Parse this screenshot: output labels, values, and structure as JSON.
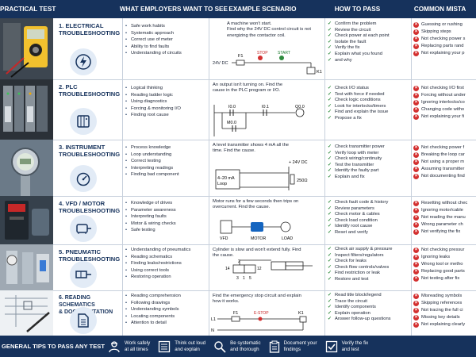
{
  "header": {
    "col1": "PRACTICAL TEST",
    "col2": "WHAT EMPLOYERS WANT TO SEE",
    "col3": "EXAMPLE SCENARIO",
    "col4": "HOW TO PASS",
    "col5": "COMMON MISTA"
  },
  "rows": [
    {
      "title": "1. ELECTRICAL\nTROUBLESHOOTING",
      "icon": "lightning-icon",
      "wants": [
        "Safe work habits",
        "Systematic approach",
        "Correct use of meter",
        "Ability to find faults",
        "Understanding of circuits"
      ],
      "scenario": "A machine won't start.\nFind why the 24V DC control circuit is not energizing the contactor coil.",
      "diagram": {
        "supply": "24V DC",
        "fuse": "F1",
        "stop": "STOP",
        "start": "START",
        "coil": "K1"
      },
      "pass": [
        "Confirm the problem",
        "Review the circuit",
        "Check power at each point",
        "Isolate the fault",
        "Verify the fix",
        "Explain what you found",
        "and why"
      ],
      "mistakes": [
        "Guessing or rushing",
        "Skipping steps",
        "Not checking power s",
        "Replacing parts rand",
        "Not explaining your p"
      ]
    },
    {
      "title": "2. PLC\nTROUBLESHOOTING",
      "icon": "plc-icon",
      "wants": [
        "Logical thinking",
        "Reading ladder logic",
        "Using diagnostics",
        "Forcing & monitoring I/O",
        "Finding root cause"
      ],
      "scenario": "An output isn't turning on. Find the cause in the PLC program or I/O.",
      "diagram": {
        "in1": "I0.0",
        "in2": "I0.1",
        "out": "Q0.0",
        "mem": "M0.0"
      },
      "pass": [
        "Check I/O status",
        "Test with force if needed",
        "Check logic conditions",
        "Look for interlocks/timers",
        "Find and explain the issue",
        "Propose a fix"
      ],
      "mistakes": [
        "Not checking I/O first",
        "Forcing without under",
        "Ignoring interlocks/co",
        "Changing code witho",
        "Not explaining your fi"
      ]
    },
    {
      "title": "3. INSTRUMENT\nTROUBLESHOOTING",
      "icon": "gauge-icon",
      "wants": [
        "Process knowledge",
        "Loop understanding",
        "Correct testing",
        "Interpreting readings",
        "Finding bad component"
      ],
      "scenario": "A level transmitter shows 4 mA all the time. Find the cause.",
      "diagram": {
        "supply": "+ 24V DC",
        "loop": "4–20 mA\nLoop",
        "resistor": "250Ω"
      },
      "pass": [
        "Check transmitter power",
        "Verify loop with meter",
        "Check wiring/continuity",
        "Test the transmitter",
        "Identify the faulty part",
        "Explain and fix"
      ],
      "mistakes": [
        "Not checking power f",
        "Breaking the loop car",
        "Not using a proper m",
        "Assuming transmitter",
        "Not documenting find"
      ]
    },
    {
      "title": "4. VFD / MOTOR\nTROUBLESHOOTING",
      "icon": "motor-icon",
      "wants": [
        "Knowledge of drives",
        "Parameter awareness",
        "Interpreting faults",
        "Motor & wiring checks",
        "Safe testing"
      ],
      "scenario": "Motor runs for a few seconds then trips on overcurrent. Find the cause.",
      "diagram": {
        "vfd": "VFD",
        "motor": "MOTOR",
        "load": "LOAD"
      },
      "pass": [
        "Check fault code & history",
        "Review parameters",
        "Check motor & cables",
        "Check load condition",
        "Identify root cause",
        "Reset and verify"
      ],
      "mistakes": [
        "Resetting without chec",
        "Ignoring motor/cable",
        "Not reading the manu",
        "Wrong parameter ch",
        "Not verifying the fix"
      ]
    },
    {
      "title": "5. PNEUMATIC\nTROUBLESHOOTING",
      "icon": "cylinder-icon",
      "wants": [
        "Understanding of pneumatics",
        "Reading schematics",
        "Finding leaks/restrictions",
        "Using correct tools",
        "Restoring operation"
      ],
      "scenario": "Cylinder is slow and won't extend fully. Find the cause.",
      "diagram": {
        "p1": "14",
        "p2": "12",
        "p3": "2",
        "p4": "3",
        "p5": "1",
        "p6": "5"
      },
      "pass": [
        "Check air supply & pressure",
        "Inspect filters/regulators",
        "Check for leaks",
        "Check flow controls/valves",
        "Find restriction or leak",
        "Restore and test"
      ],
      "mistakes": [
        "Not checking pressur",
        "Ignoring leaks",
        "Wrong tool or metho",
        "Replacing good parts",
        "Not testing after fix"
      ]
    },
    {
      "title": "6. READING SCHEMATICS\n& DOCUMENTATION",
      "icon": "document-icon",
      "wants": [
        "Reading comprehension",
        "Following drawings",
        "Understanding symbols",
        "Locating components",
        "Attention to detail"
      ],
      "scenario": "Find the emergency stop circuit and explain how it works.",
      "diagram": {
        "l1": "L1",
        "fuse": "F1",
        "estop": "E-STOP",
        "coil": "K1",
        "n": "N"
      },
      "pass": [
        "Read title block/legend",
        "Trace the circuit",
        "Identify components",
        "Explain operation",
        "Answer follow-up questions"
      ],
      "mistakes": [
        "Misreading symbols",
        "Skipping references",
        "Not tracing the full ci",
        "Missing key details",
        "Not explaining clearly"
      ]
    }
  ],
  "footer": {
    "title": "GENERAL TIPS TO PASS ANY TEST",
    "tips": [
      {
        "icon": "worker-icon",
        "text": "Work safely\nat all times"
      },
      {
        "icon": "list-icon",
        "text": "Think out loud\nand explain"
      },
      {
        "icon": "search-icon",
        "text": "Be systematic\nand thorough"
      },
      {
        "icon": "clipboard-icon",
        "text": "Document your\nfindings"
      },
      {
        "icon": "checkbox-icon",
        "text": "Verify the fix\nand test"
      }
    ]
  }
}
